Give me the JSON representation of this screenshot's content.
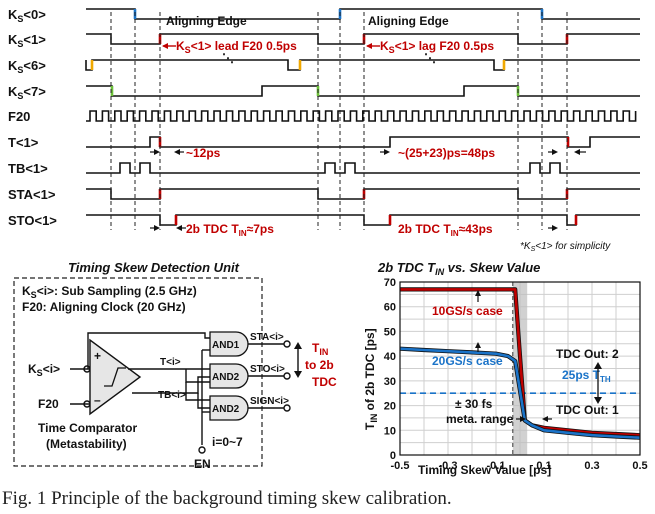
{
  "timing": {
    "signals": [
      "K",
      "K",
      "K",
      "K",
      "F20",
      "T<1>",
      "TB<1>",
      "STA<1>",
      "STO<1>"
    ],
    "signal_subs": [
      "S",
      "S",
      "S",
      "S",
      "",
      "",
      "",
      "",
      ""
    ],
    "signal_suffix": [
      "<0>",
      "<1>",
      "<6>",
      "<7>",
      "",
      "",
      "",
      "",
      ""
    ],
    "aligning_edge_1": "Aligning Edge",
    "aligning_edge_2": "Aligning Edge",
    "lead_note": "K",
    "lead_note_sub": "S",
    "lead_note_rest": "<1> lead F20 0.5ps",
    "lag_note": "K",
    "lag_note_sub": "S",
    "lag_note_rest": "<1> lag F20 0.5ps",
    "t_width_1": "~12ps",
    "t_width_2": "~(25+23)ps=48ps",
    "tdc_1_pre": "2b TDC T",
    "tdc_1_sub": "IN",
    "tdc_1_post": "≈7ps",
    "tdc_2_pre": "2b TDC T",
    "tdc_2_sub": "IN",
    "tdc_2_post": "≈43ps",
    "simplicity_note": "*K",
    "simplicity_sub": "S",
    "simplicity_rest": "<1> for simplicity",
    "edge_colors": {
      "k0": "#1a73c8",
      "k1": "#c00000",
      "k6": "#f0a800",
      "k7": "#6cbf3a"
    }
  },
  "block": {
    "title": "Timing Skew Detection Unit",
    "line1_pre": "K",
    "line1_sub": "S",
    "line1_post": "<i>: Sub Sampling (2.5 GHz)",
    "line2": "F20: Aligning Clock (20 GHz)",
    "input1_pre": "K",
    "input1_sub": "S",
    "input1_post": "<i>",
    "input2": "F20",
    "comparator_label": "Time Comparator",
    "comparator_sub": "(Metastability)",
    "t_out": "T<i>",
    "tb_out": "TB<i>",
    "gate1": "AND1",
    "gate2": "AND2",
    "gate3": "AND2",
    "sta": "STA<i>",
    "sto": "STO<i>",
    "sign": "SIGN<i>",
    "en": "EN",
    "range": "i=0~7",
    "tin_pre": "T",
    "tin_sub": "IN",
    "to_tdc": "to 2b",
    "tdc": "TDC"
  },
  "chart_data": {
    "type": "line",
    "title": "2b TDC T",
    "title_sub": "IN",
    "title_rest": " vs. Skew Value",
    "xlabel": "Timing Skew Value [ps]",
    "ylabel_pre": "T",
    "ylabel_sub": "IN",
    "ylabel_post": " of 2b TDC [ps]",
    "xlim": [
      -0.5,
      0.5
    ],
    "ylim": [
      0,
      70
    ],
    "xticks": [
      "-0.5",
      "-0.3",
      "-0.1",
      "0.1",
      "0.3",
      "0.5"
    ],
    "yticks": [
      "0",
      "10",
      "20",
      "30",
      "40",
      "50",
      "60",
      "70"
    ],
    "grid": true,
    "series": [
      {
        "name": "10GS/s case",
        "color": "#c00000",
        "x": [
          -0.5,
          -0.3,
          -0.1,
          -0.02,
          0.0,
          0.02,
          0.05,
          0.1,
          0.2,
          0.3,
          0.4,
          0.5
        ],
        "y": [
          67,
          67,
          67,
          67,
          40,
          14,
          12,
          11,
          10,
          9,
          8.5,
          8
        ]
      },
      {
        "name": "20GS/s case",
        "color": "#1a73c8",
        "x": [
          -0.5,
          -0.4,
          -0.3,
          -0.2,
          -0.1,
          -0.05,
          -0.02,
          0.0,
          0.02,
          0.05,
          0.1,
          0.2,
          0.3,
          0.4,
          0.5
        ],
        "y": [
          43,
          42.5,
          42,
          41.5,
          41,
          40,
          38,
          26,
          14,
          12,
          10,
          9,
          8,
          7.5,
          7
        ]
      }
    ],
    "threshold": {
      "label_pre": "25ps T",
      "label_sub": "TH",
      "value": 25,
      "color": "#1a73c8"
    },
    "meta_band": [
      -0.03,
      0.03
    ],
    "ann_tdc2": "TDC Out: 2",
    "ann_tdc1": "TDC Out: 1",
    "ann_meta1": "± 30 fs",
    "ann_meta2": "meta. range"
  },
  "caption": "Fig. 1 Principle of the background timing skew calibration."
}
